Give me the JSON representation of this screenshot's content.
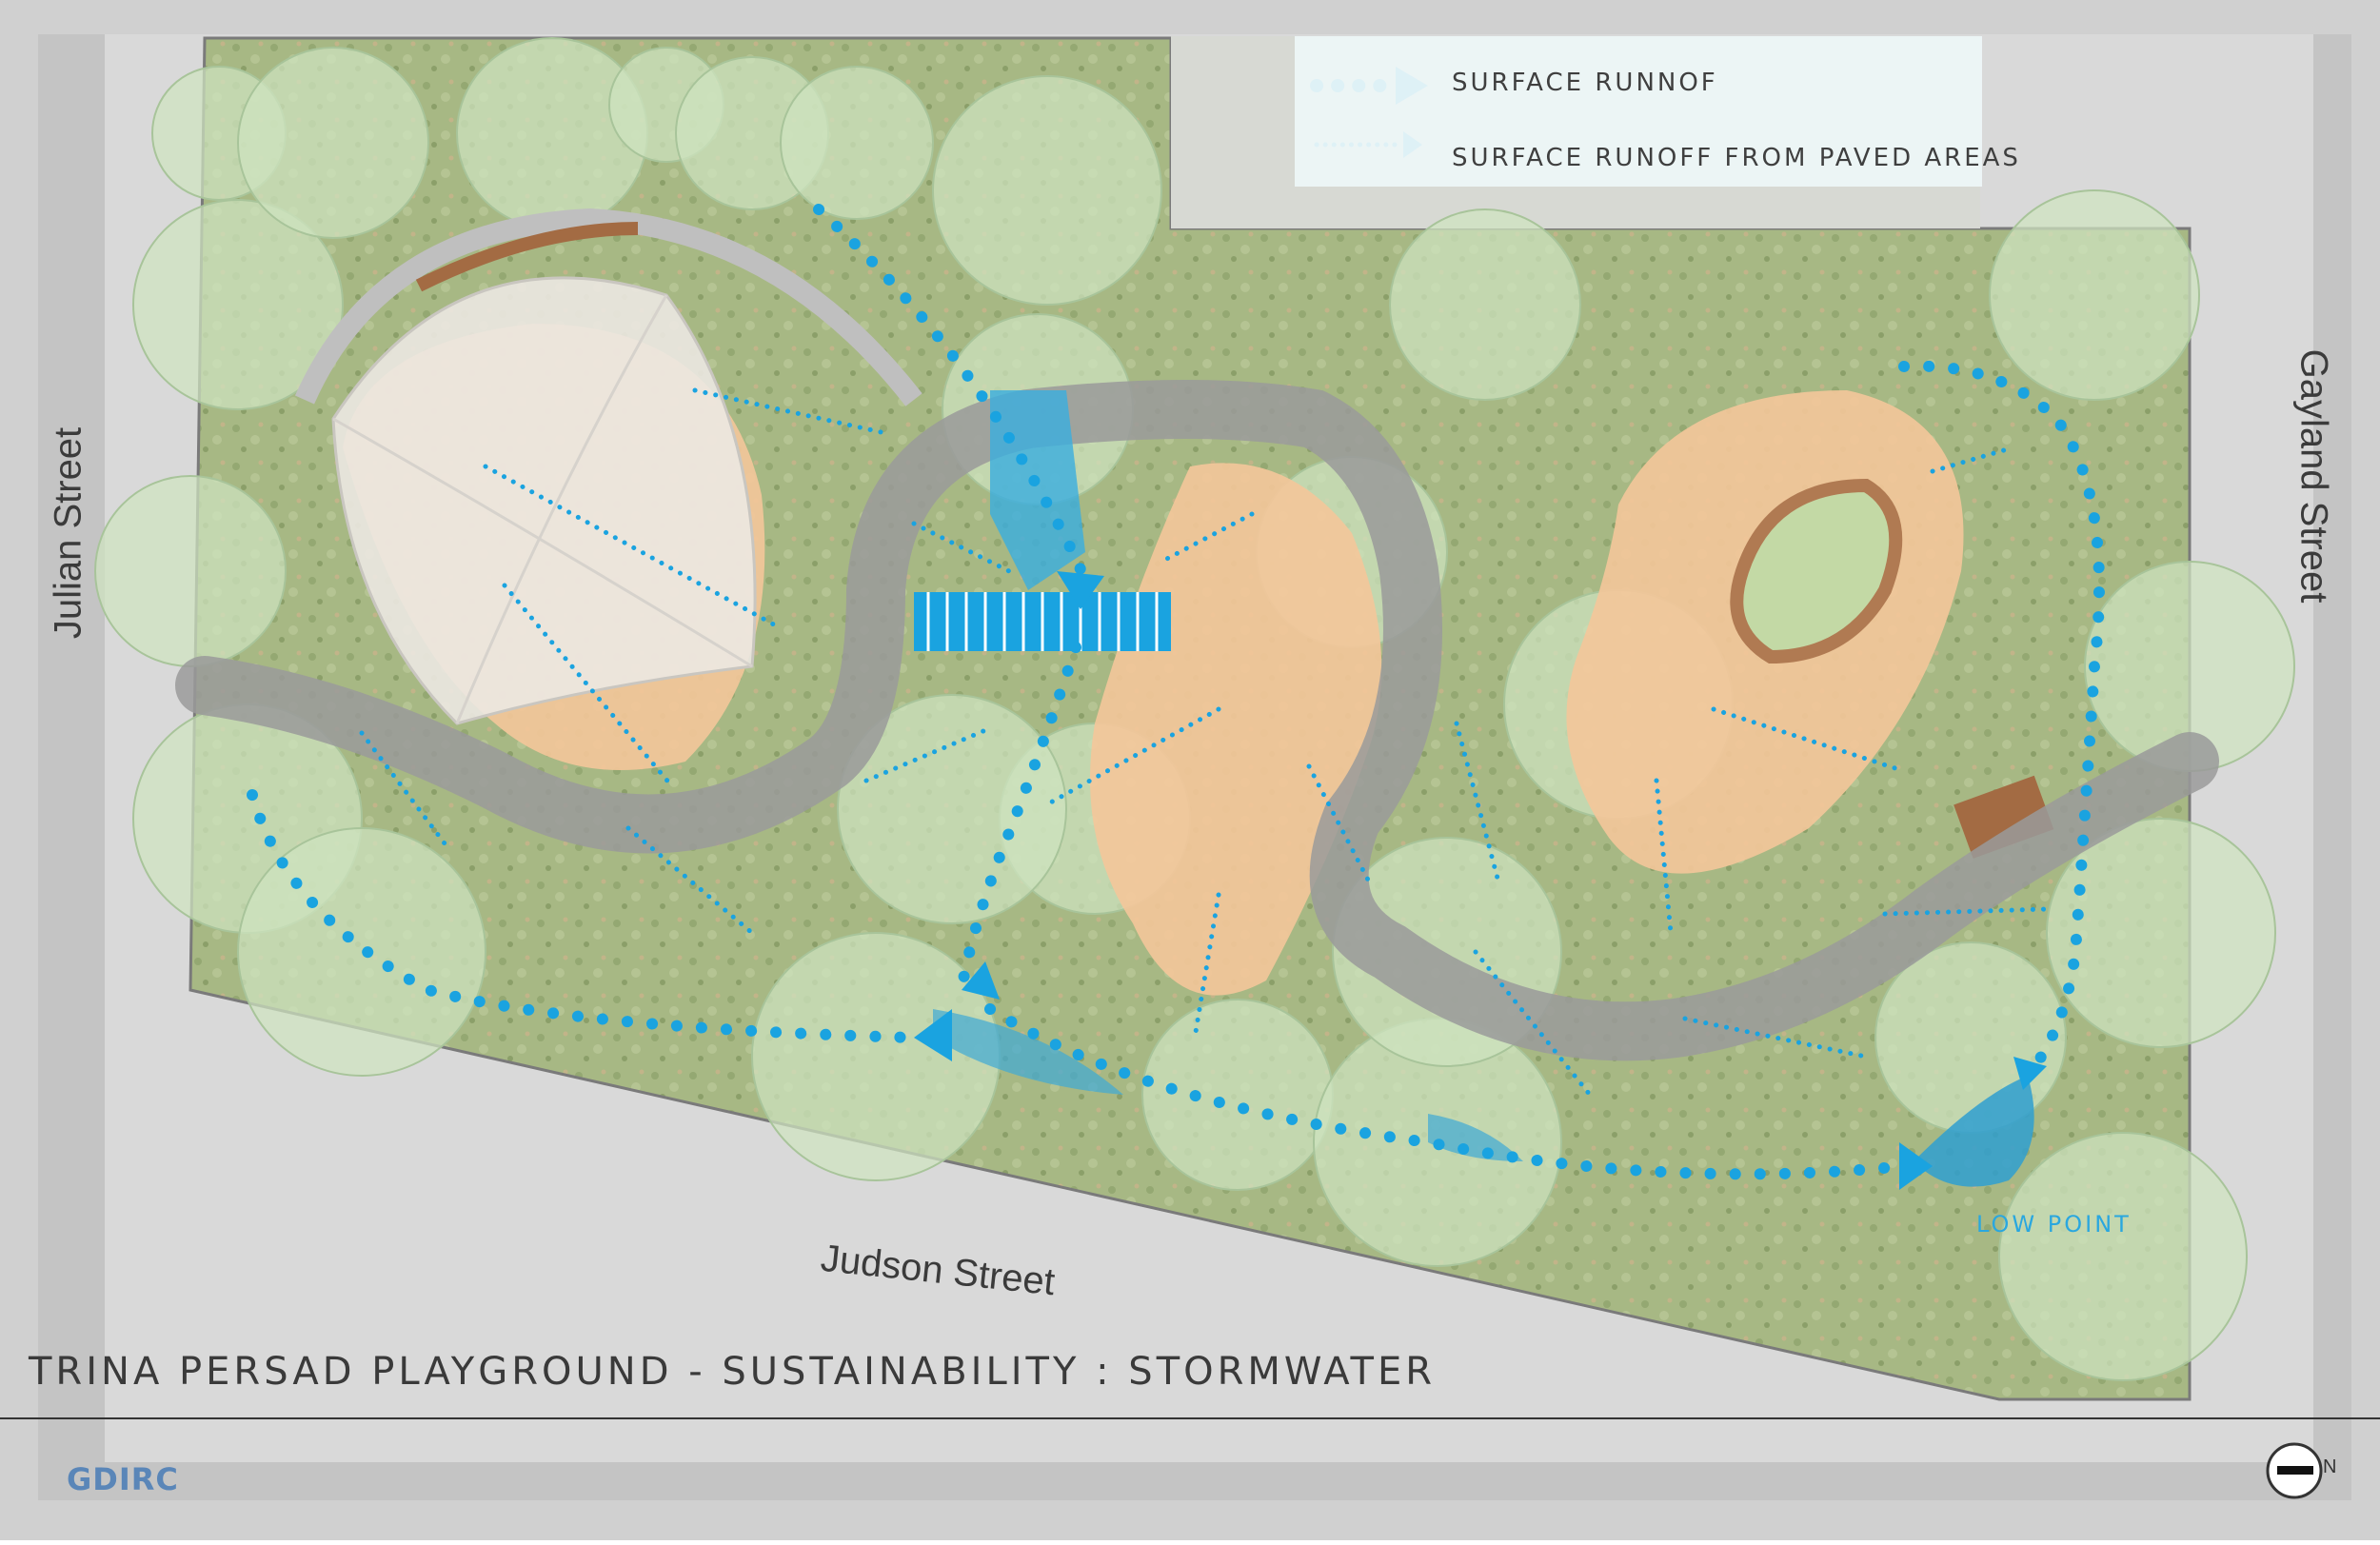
{
  "title": "TRINA PERSAD PLAYGROUND - SUSTAINABILITY : STORMWATER",
  "streets": {
    "julian": "Julian Street",
    "gayland": "Gayland Street",
    "judson": "Judson Street"
  },
  "legend": {
    "items": [
      {
        "label": "SURFACE RUNNOF",
        "style": "large-dots"
      },
      {
        "label": "SURFACE RUNOFF FROM PAVED AREAS",
        "style": "small-dots"
      }
    ]
  },
  "annotations": {
    "low_point": "LOW POINT"
  },
  "logo": "GDIRC",
  "north_label": "N",
  "colors": {
    "runoff_blue": "#1aa3e0",
    "planting_green": "#aebf8f",
    "tree_canopy": "#c6dcb6",
    "play_surface": "#f2c395",
    "path_gray": "#8e8e8e",
    "street_gray": "#c9c9c9",
    "water_blue": "#3fa9d6"
  },
  "icons": [
    "north-arrow-icon",
    "tree-icon",
    "shade-sail-icon",
    "bench-icon"
  ]
}
